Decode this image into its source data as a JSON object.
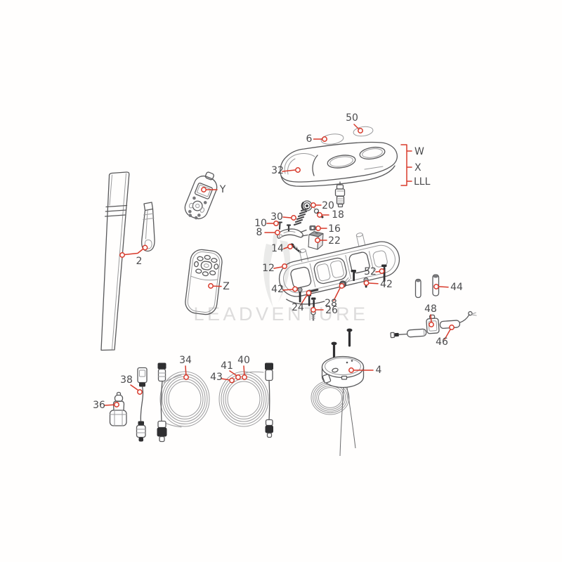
{
  "watermark": {
    "text": "LEADVENTURE"
  },
  "colors": {
    "callout_red": "#d83a2b",
    "line_art": "#58585a",
    "label_text": "#4b4b4d",
    "watermark_gray": "#c7c7c7"
  },
  "callouts": {
    "c2": "2",
    "c4": "4",
    "c6": "6",
    "c8": "8",
    "c10": "10",
    "c12": "12",
    "c14": "14",
    "c16": "16",
    "c18": "18",
    "c20": "20",
    "c22": "22",
    "c24": "24",
    "c26": "26",
    "c28": "28",
    "c30": "30",
    "c32": "32",
    "c34": "34",
    "c36": "36",
    "c38": "38",
    "c40": "40",
    "c41": "41",
    "c42_left": "42",
    "c42_right": "42",
    "c43": "43",
    "c44": "44",
    "c46": "46",
    "c48": "48",
    "c50": "50",
    "c52": "52",
    "cY": "Y",
    "cZ": "Z",
    "cW": "W",
    "cX": "X",
    "cLLL": "LLL"
  }
}
